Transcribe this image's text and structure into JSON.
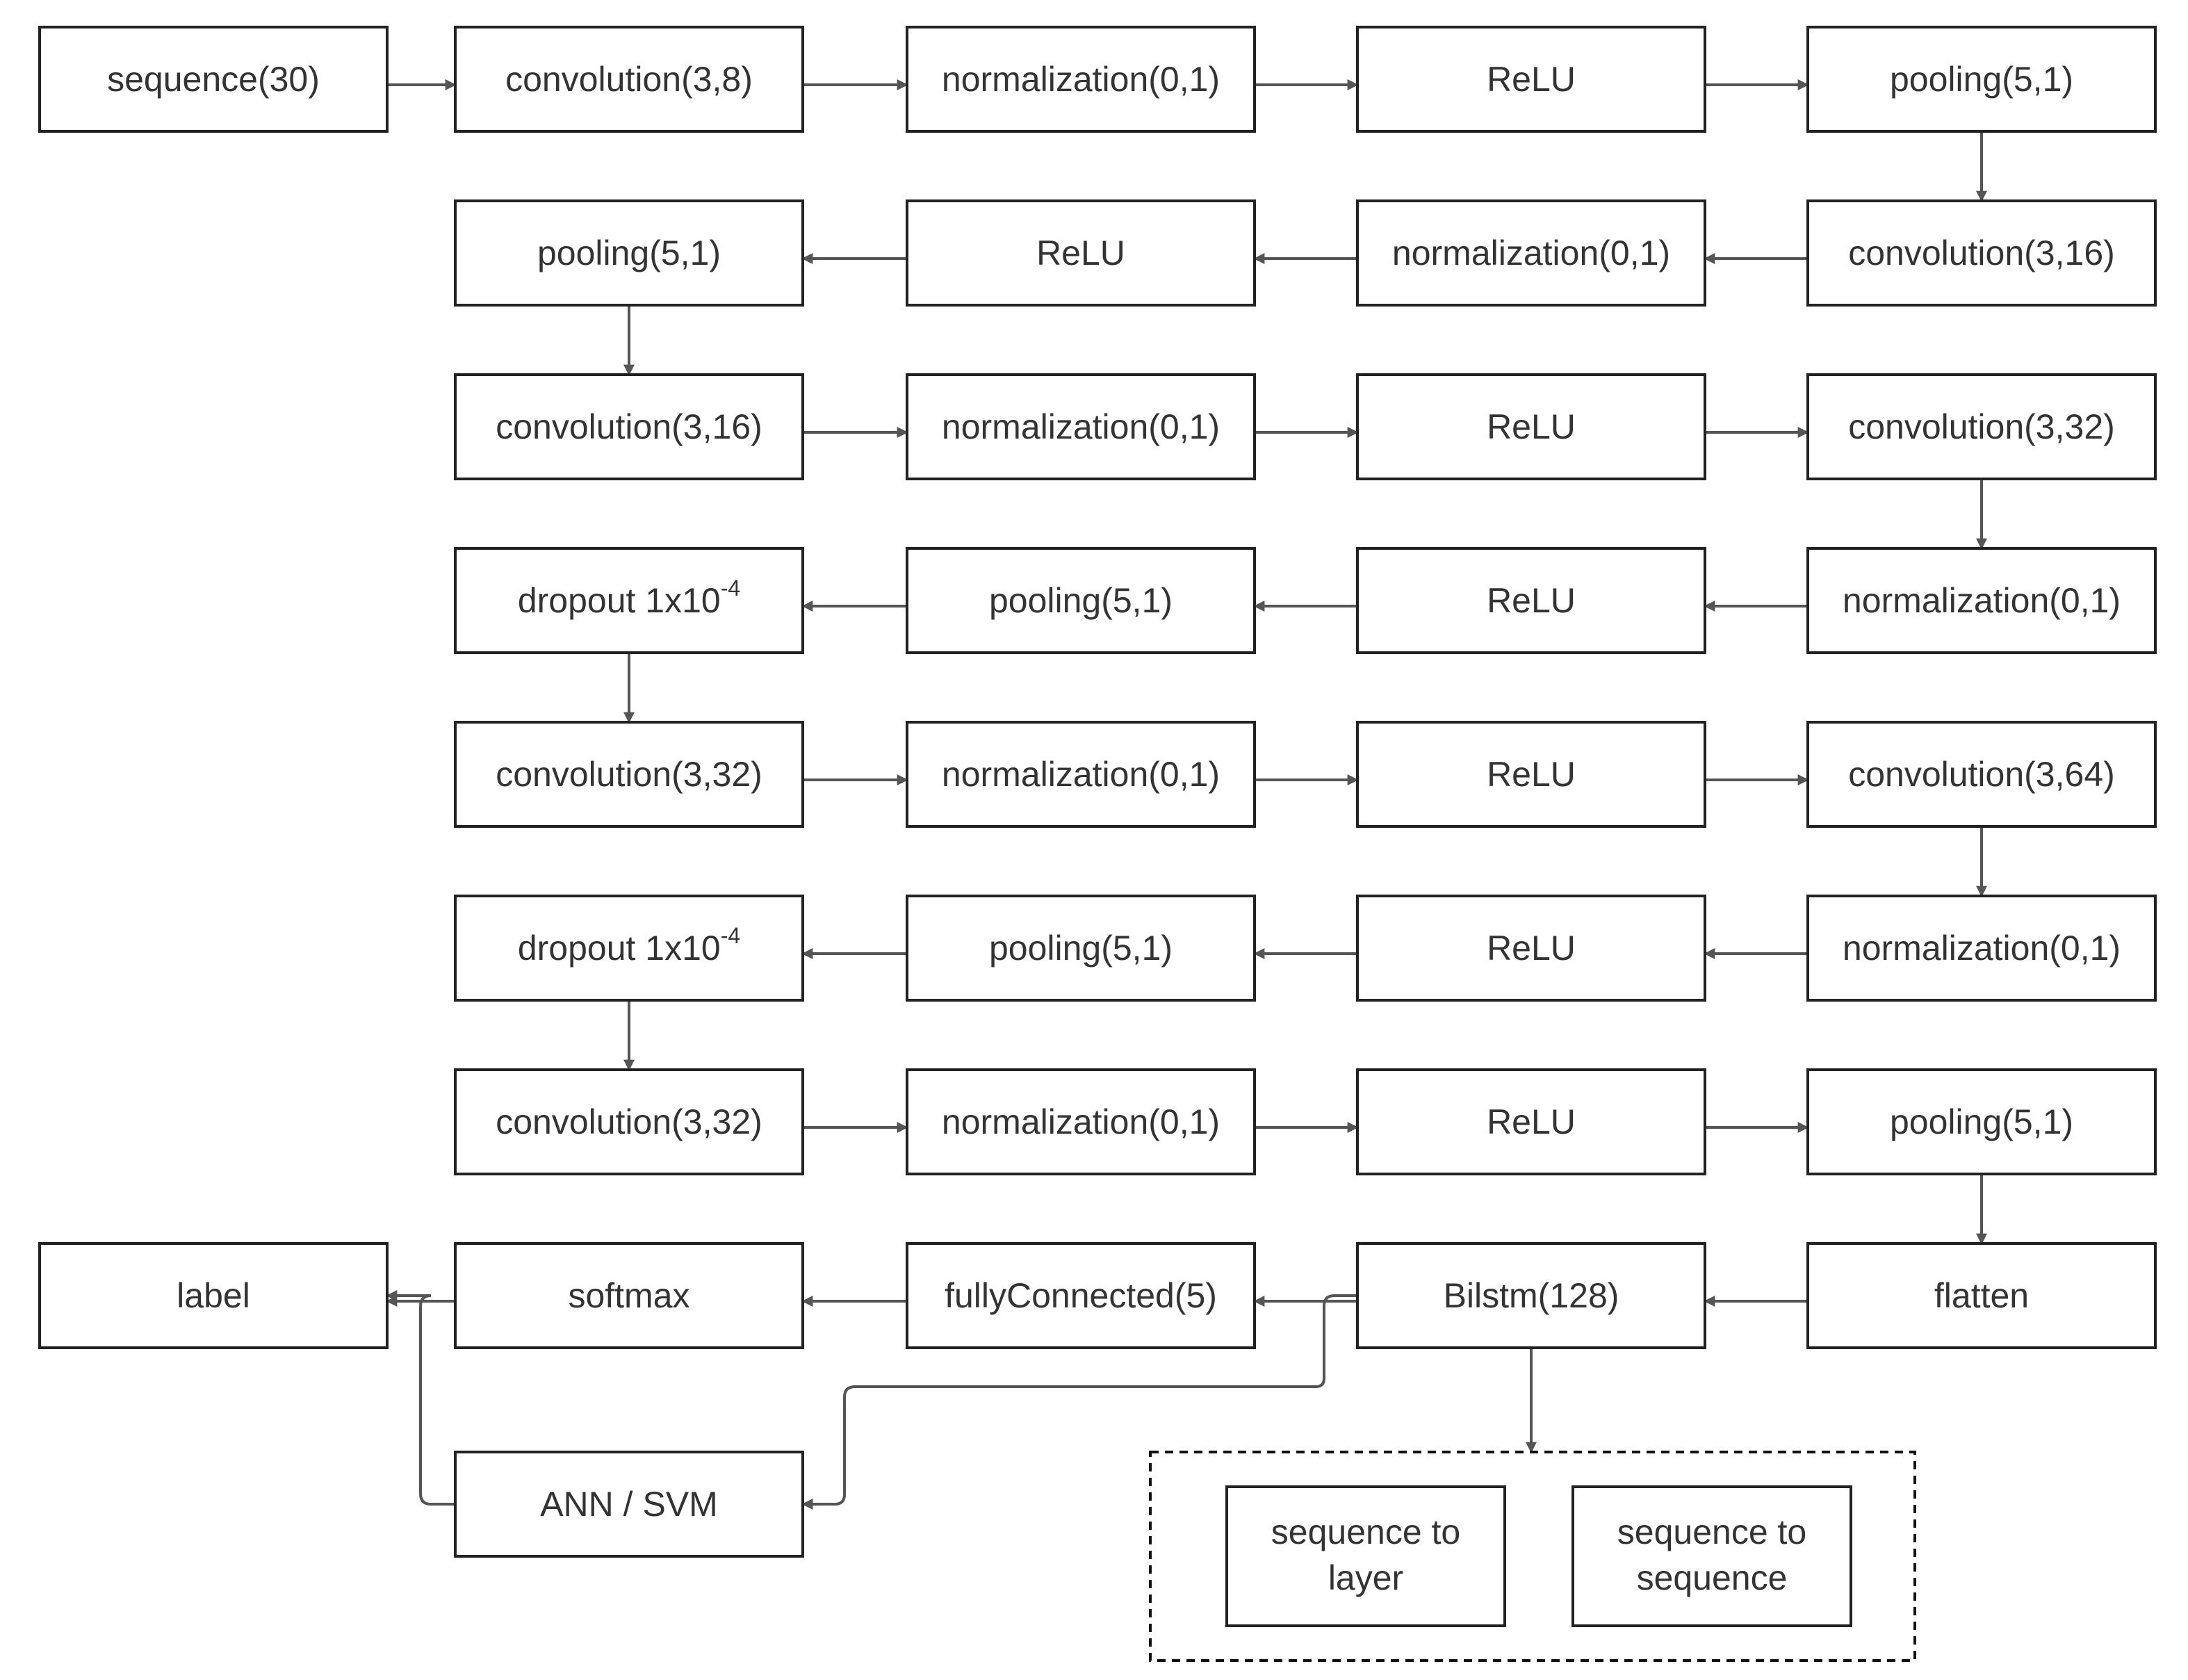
{
  "diagram": {
    "nodes": [
      {
        "id": "n1",
        "label": "sequence(30)"
      },
      {
        "id": "n2",
        "label": "convolution(3,8)"
      },
      {
        "id": "n3",
        "label": "normalization(0,1)"
      },
      {
        "id": "n4",
        "label": "ReLU"
      },
      {
        "id": "n5",
        "label": "pooling(5,1)"
      },
      {
        "id": "n6",
        "label": "convolution(3,16)"
      },
      {
        "id": "n7",
        "label": "normalization(0,1)"
      },
      {
        "id": "n8",
        "label": "ReLU"
      },
      {
        "id": "n9",
        "label": "pooling(5,1)"
      },
      {
        "id": "n10",
        "label": "convolution(3,16)"
      },
      {
        "id": "n11",
        "label": "normalization(0,1)"
      },
      {
        "id": "n12",
        "label": "ReLU"
      },
      {
        "id": "n13",
        "label": "convolution(3,32)"
      },
      {
        "id": "n14",
        "label": "normalization(0,1)"
      },
      {
        "id": "n15",
        "label": "ReLU"
      },
      {
        "id": "n16",
        "label": "pooling(5,1)"
      },
      {
        "id": "n17",
        "label": "dropout 1x10",
        "sup": "-4"
      },
      {
        "id": "n18",
        "label": "convolution(3,32)"
      },
      {
        "id": "n19",
        "label": "normalization(0,1)"
      },
      {
        "id": "n20",
        "label": "ReLU"
      },
      {
        "id": "n21",
        "label": "convolution(3,64)"
      },
      {
        "id": "n22",
        "label": "normalization(0,1)"
      },
      {
        "id": "n23",
        "label": "ReLU"
      },
      {
        "id": "n24",
        "label": "pooling(5,1)"
      },
      {
        "id": "n25",
        "label": "dropout 1x10",
        "sup": "-4"
      },
      {
        "id": "n26",
        "label": "convolution(3,32)"
      },
      {
        "id": "n27",
        "label": "normalization(0,1)"
      },
      {
        "id": "n28",
        "label": "ReLU"
      },
      {
        "id": "n29",
        "label": "pooling(5,1)"
      },
      {
        "id": "n30",
        "label": "flatten"
      },
      {
        "id": "n31",
        "label": "Bilstm(128)"
      },
      {
        "id": "n32",
        "label": "fullyConnected(5)"
      },
      {
        "id": "n33",
        "label": "softmax"
      },
      {
        "id": "n34",
        "label": "label"
      },
      {
        "id": "n35",
        "label": "ANN / SVM"
      },
      {
        "id": "n36",
        "label": [
          "sequence to",
          "layer"
        ]
      },
      {
        "id": "n37",
        "label": [
          "sequence to",
          "sequence"
        ]
      }
    ],
    "edges": [
      [
        "n1",
        "n2"
      ],
      [
        "n2",
        "n3"
      ],
      [
        "n3",
        "n4"
      ],
      [
        "n4",
        "n5"
      ],
      [
        "n5",
        "n6"
      ],
      [
        "n6",
        "n7"
      ],
      [
        "n7",
        "n8"
      ],
      [
        "n8",
        "n9"
      ],
      [
        "n9",
        "n10"
      ],
      [
        "n10",
        "n11"
      ],
      [
        "n11",
        "n12"
      ],
      [
        "n12",
        "n13"
      ],
      [
        "n13",
        "n14"
      ],
      [
        "n14",
        "n15"
      ],
      [
        "n15",
        "n16"
      ],
      [
        "n16",
        "n17"
      ],
      [
        "n17",
        "n18"
      ],
      [
        "n18",
        "n19"
      ],
      [
        "n19",
        "n20"
      ],
      [
        "n20",
        "n21"
      ],
      [
        "n21",
        "n22"
      ],
      [
        "n22",
        "n23"
      ],
      [
        "n23",
        "n24"
      ],
      [
        "n24",
        "n25"
      ],
      [
        "n25",
        "n26"
      ],
      [
        "n26",
        "n27"
      ],
      [
        "n27",
        "n28"
      ],
      [
        "n28",
        "n29"
      ],
      [
        "n29",
        "n30"
      ],
      [
        "n30",
        "n31"
      ],
      [
        "n31",
        "n32"
      ],
      [
        "n32",
        "n33"
      ],
      [
        "n33",
        "n34"
      ],
      [
        "n31",
        "n35"
      ],
      [
        "n35",
        "n34"
      ],
      [
        "n31",
        "output-modes"
      ]
    ],
    "colors": {
      "edge": "#555555",
      "box_border": "#222222",
      "text": "#333333"
    }
  }
}
